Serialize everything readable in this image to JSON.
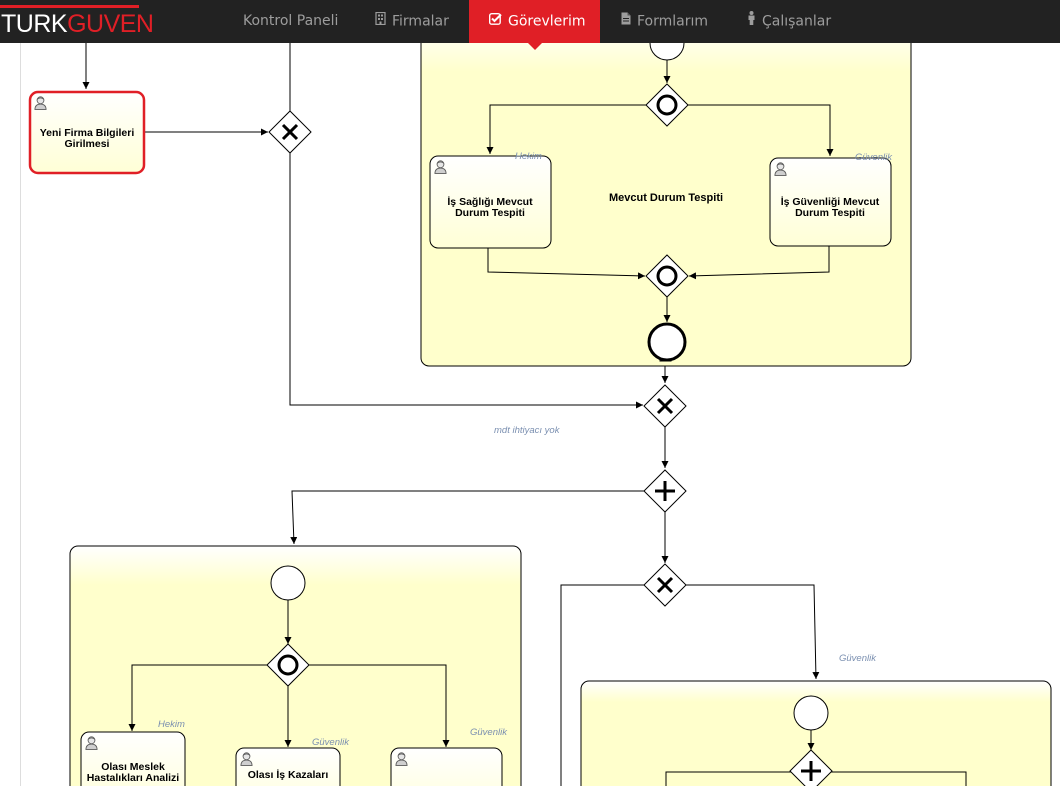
{
  "brand": {
    "part1": "TURK",
    "part2": "GUVEN"
  },
  "nav": {
    "items": [
      {
        "label": "Kontrol Paneli",
        "icon": ""
      },
      {
        "label": "Firmalar",
        "icon": "building-icon"
      },
      {
        "label": "Görevlerim",
        "icon": "check-square-icon",
        "active": true
      },
      {
        "label": "Formlarım",
        "icon": "file-icon"
      },
      {
        "label": "Çalışanlar",
        "icon": "person-icon"
      }
    ]
  },
  "diagram": {
    "tasks": {
      "yeni_firma": [
        "Yeni Firma Bilgileri",
        "Girilmesi"
      ],
      "is_sagligi": [
        "İş Sağlığı Mevcut",
        "Durum Tespiti"
      ],
      "is_guvenligi": [
        "İş Güvenliği Mevcut",
        "Durum Tespiti"
      ],
      "olasi_meslek": [
        "Olası Meslek",
        "Hastalıkları Analizi"
      ],
      "olasi_is_kazalari": [
        "Olası İş Kazaları"
      ]
    },
    "subprocess_label": "Mevcut Durum Tespiti",
    "lane_labels": {
      "hekim": "Hekim",
      "guvenlik": "Güvenlik"
    },
    "flow_label": "mdt ihtiyacı yok"
  },
  "colors": {
    "navbar": "#222222",
    "accent": "#e01f26",
    "subprocess_fill": "#ffffcc",
    "task_fill": "#ffffd9",
    "lane_label": "#7a8fb0"
  }
}
